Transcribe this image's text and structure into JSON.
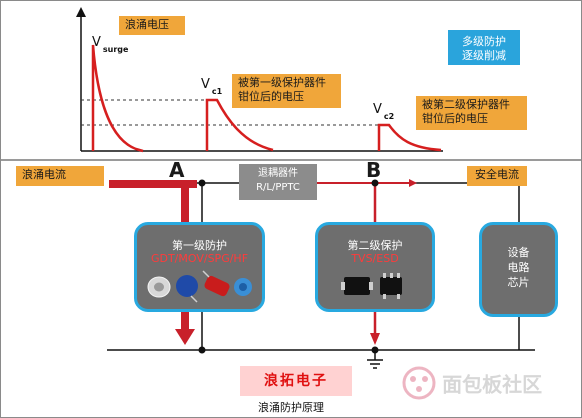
{
  "waveform": {
    "surge_symbol": "V",
    "surge_subscript": "surge",
    "surge_caption": "浪涌电压",
    "vc1_symbol": "V",
    "vc1_subscript": "c1",
    "vc1_caption": "被第一级保护器件\n钳位后的电压",
    "vc2_symbol": "V",
    "vc2_subscript": "c2",
    "vc2_caption": "被第二级保护器件\n钳位后的电压"
  },
  "multistage_badge": "多级防护\n逐级削减",
  "surge_current_label": "浪涌电流",
  "safe_current_label": "安全电流",
  "node_a": "A",
  "node_b": "B",
  "decoupler_box": "退耦器件\nR/L/PPTC",
  "stage1": {
    "title": "第一级防护",
    "devices": "GDT/MOV/SPG/HF"
  },
  "stage2": {
    "title": "第二级保护",
    "devices": "TVS/ESD"
  },
  "device_box": "设备\n电路\n芯片",
  "brand_stamp": "浪拓电子",
  "caption": "浪涌防护原理",
  "watermark": "面包板社区",
  "colors": {
    "orange": "#f0a63a",
    "blue": "#2aa4dc",
    "red": "#c8202a",
    "module_fill": "#6e6e6e"
  }
}
